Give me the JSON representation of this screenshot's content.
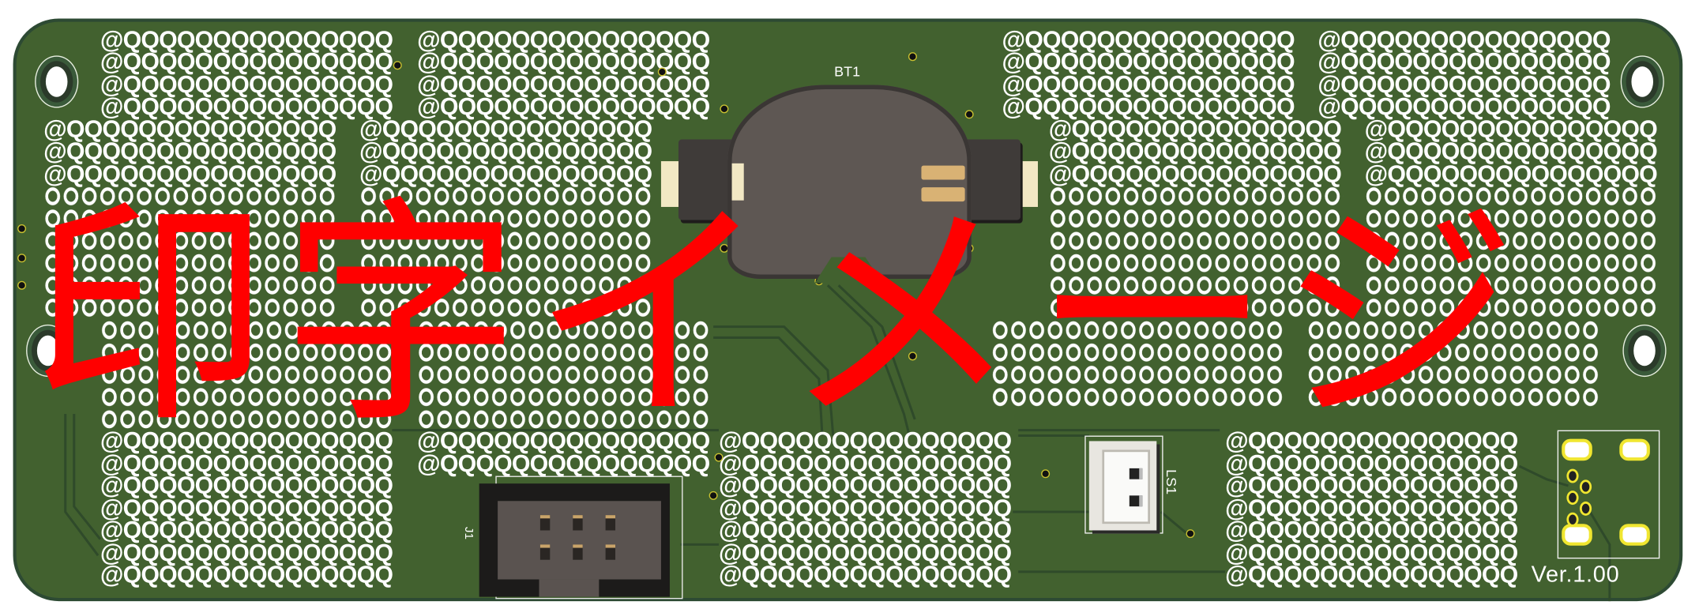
{
  "board": {
    "version_label": "Ver.1.00",
    "overlay_text": "印字イメージ",
    "colors": {
      "board": "#42612f",
      "silk": "#ffffff",
      "overlay": "#ff0000",
      "pad_ring": "#f0e630"
    }
  },
  "components": {
    "battery_label": "BT1",
    "header_label": "J1",
    "speaker_label": "LS1"
  },
  "hole_grid": {
    "row_text": "@QQQQQQQQQQQQQQQ"
  }
}
